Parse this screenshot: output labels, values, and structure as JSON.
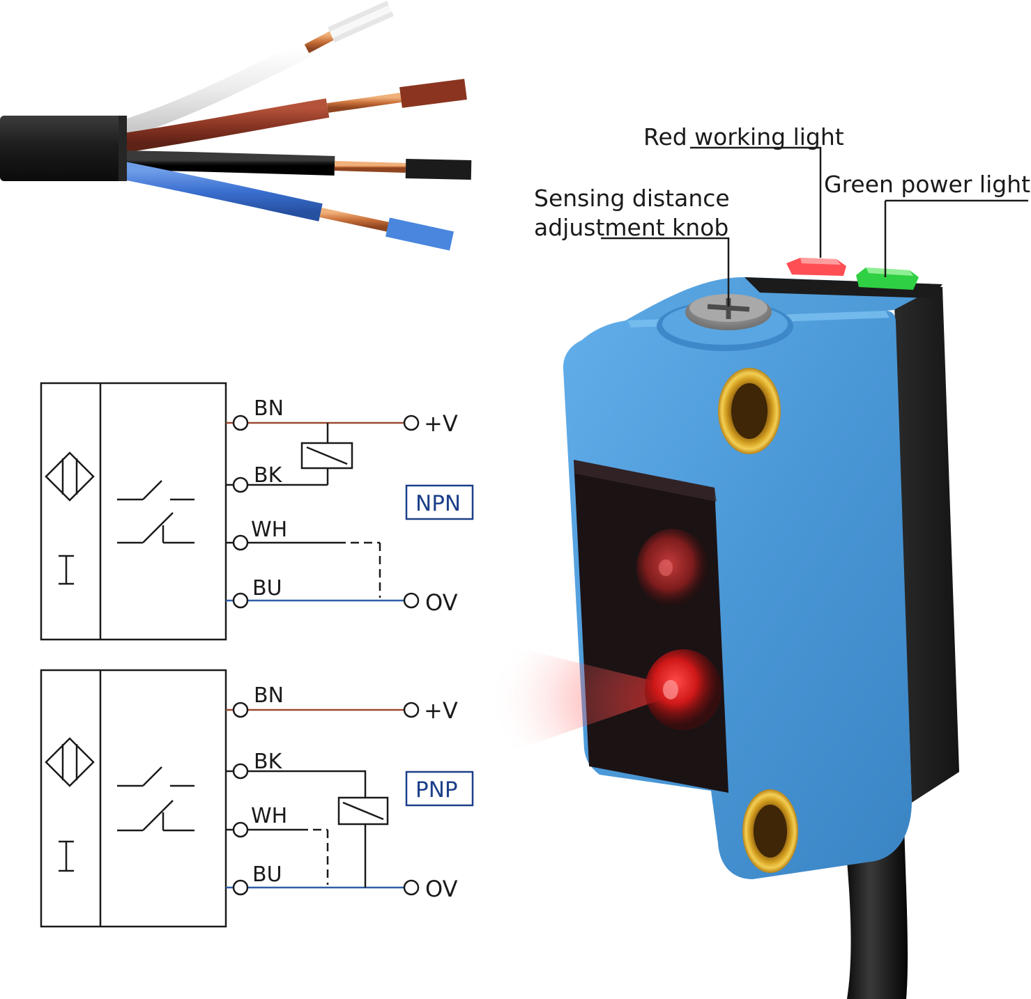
{
  "callouts": {
    "red_working_light": "Red working light",
    "green_power_light": "Green power light",
    "knob_line1": "Sensing distance",
    "knob_line2": "adjustment knob"
  },
  "npn": {
    "type_label": "NPN",
    "wires": {
      "bn": "BN",
      "bk": "BK",
      "wh": "WH",
      "bu": "BU"
    },
    "terminals": {
      "plus_v": "+V",
      "zero_v": "OV"
    }
  },
  "pnp": {
    "type_label": "PNP",
    "wires": {
      "bn": "BN",
      "bk": "BK",
      "wh": "WH",
      "bu": "BU"
    },
    "terminals": {
      "plus_v": "+V",
      "zero_v": "OV"
    }
  },
  "colors": {
    "brown_wire": "#9b4a32",
    "blue_wire": "#2e5ea8",
    "sensor_body": "#4a97d6",
    "label_box": "#1c3f8a",
    "red_led": "#e8282a",
    "green_led": "#35d046"
  },
  "icons": [
    "cable-icon",
    "sensor-product-icon",
    "switch-symbol-icon",
    "relay-coil-icon",
    "diamond-sensor-icon"
  ]
}
